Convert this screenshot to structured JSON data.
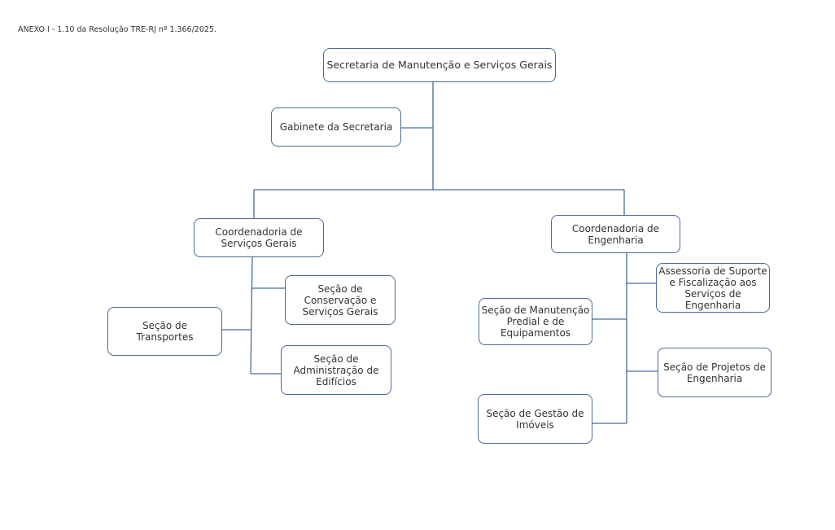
{
  "caption": "ANEXO I - 1.10 da Resolução TRE-RJ nº 1.366/2025.",
  "org": {
    "root": "Secretaria de Manutenção e Serviços Gerais",
    "gabinete": "Gabinete da Secretaria",
    "coord_servicos_gerais": {
      "label": "Coordenadoria de Serviços Gerais",
      "children": {
        "conservacao": "Seção de Conservação e Serviços Gerais",
        "transportes": "Seção de Transportes",
        "administracao": "Seção de Administração de Edifícios"
      }
    },
    "coord_engenharia": {
      "label": "Coordenadoria de Engenharia",
      "children": {
        "assessoria": "Assessoria de Suporte e Fiscalização aos Serviços de Engenharia",
        "manutencao": "Seção de Manutenção Predial e de Equipamentos",
        "projetos": "Seção de Projetos de Engenharia",
        "imoveis": "Seção de Gestão de Imóveis"
      }
    }
  }
}
